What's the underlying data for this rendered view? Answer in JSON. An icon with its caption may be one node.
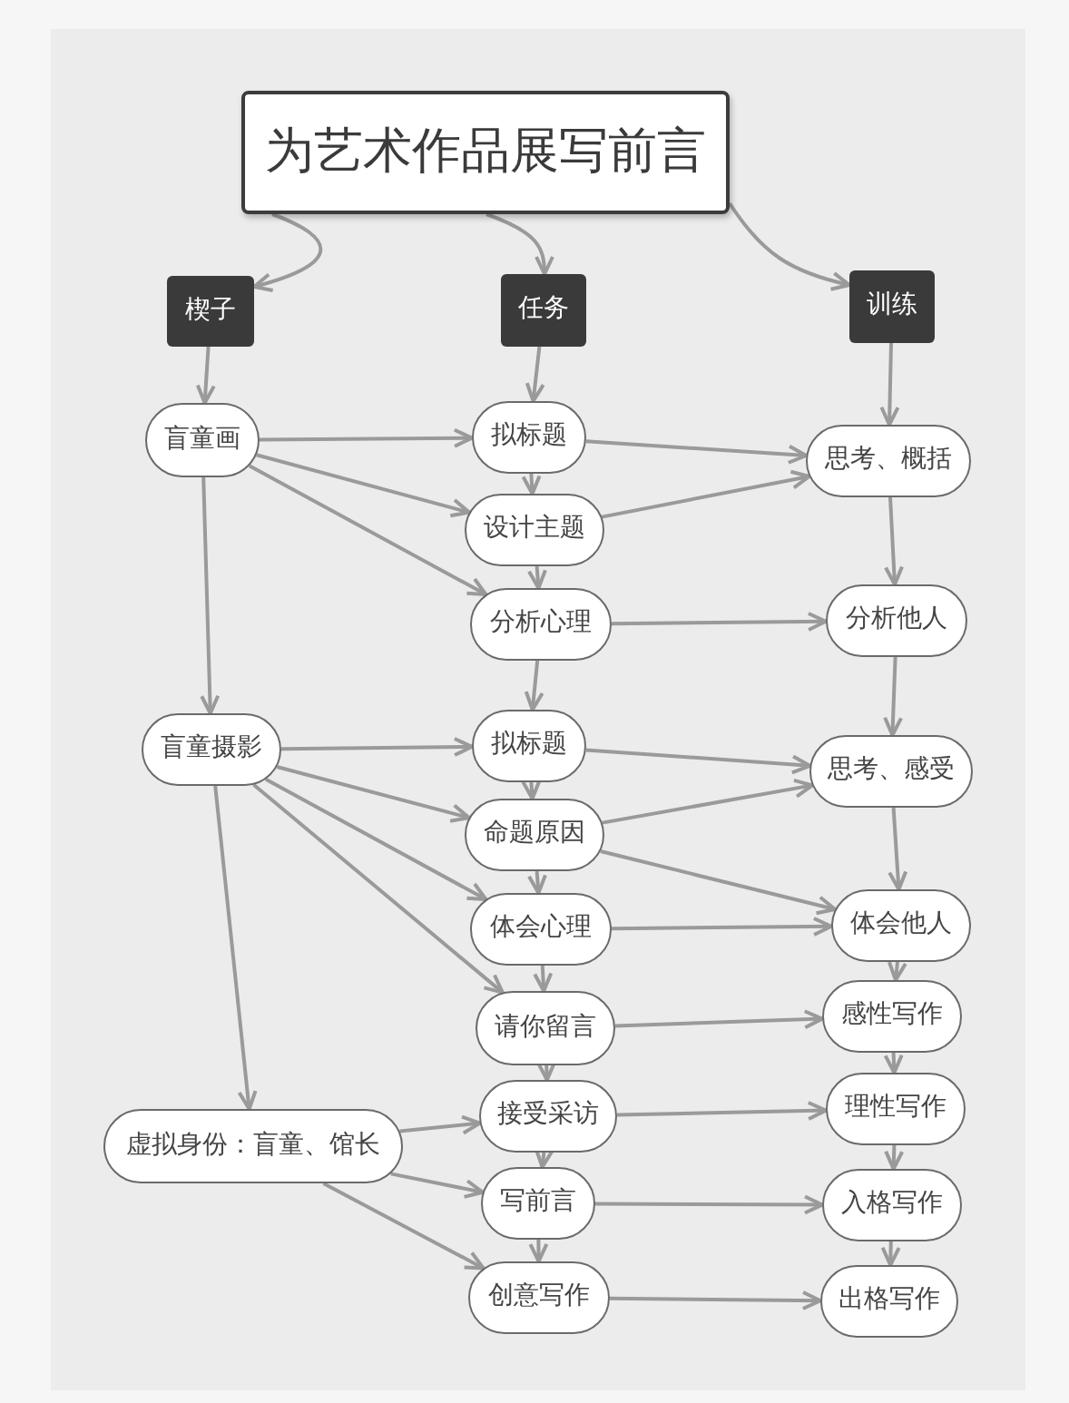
{
  "diagram": {
    "nodes": [
      {
        "text": [
          "为艺术作品展写前言"
        ]
      },
      {
        "text": [
          "楔子"
        ]
      },
      {
        "text": [
          "任务"
        ]
      },
      {
        "text": [
          "训练"
        ]
      },
      {
        "text": [
          "盲童画"
        ]
      },
      {
        "text": [
          "拟标题"
        ]
      },
      {
        "text": [
          "思考、概括"
        ]
      },
      {
        "text": [
          "设计主题"
        ]
      },
      {
        "text": [
          "分析心理"
        ]
      },
      {
        "text": [
          "分析他人"
        ]
      },
      {
        "text": [
          "盲童摄影"
        ]
      },
      {
        "text": [
          "拟标题"
        ]
      },
      {
        "text": [
          "思考、感受"
        ]
      },
      {
        "text": [
          "命题原因"
        ]
      },
      {
        "text": [
          "体会心理"
        ]
      },
      {
        "text": [
          "体会他人"
        ]
      },
      {
        "text": [
          "请你留言"
        ]
      },
      {
        "text": [
          "感性写作"
        ]
      },
      {
        "text": [
          "虚拟身份：盲童、馆长"
        ]
      },
      {
        "text": [
          "接受采访"
        ]
      },
      {
        "text": [
          "理性写作"
        ]
      },
      {
        "text": [
          "写前言"
        ]
      },
      {
        "text": [
          "入格写作"
        ]
      },
      {
        "text": [
          "创意写作"
        ]
      },
      {
        "text": [
          "出格写作"
        ]
      }
    ],
    "edges": [
      {
        "from": 0,
        "to": 1,
        "arrow": "to"
      },
      {
        "from": 0,
        "to": 2,
        "arrow": "to"
      },
      {
        "from": 0,
        "to": 3,
        "arrow": "to"
      },
      {
        "from": 1,
        "to": 4,
        "arrow": "to"
      },
      {
        "from": 2,
        "to": 5,
        "arrow": "to"
      },
      {
        "from": 3,
        "to": 6,
        "arrow": "to"
      },
      {
        "from": 4,
        "to": 5,
        "arrow": "to"
      },
      {
        "from": 4,
        "to": 7,
        "arrow": "to"
      },
      {
        "from": 4,
        "to": 8,
        "arrow": "to"
      },
      {
        "from": 4,
        "to": 10,
        "arrow": "to"
      },
      {
        "from": 5,
        "to": 6,
        "arrow": "to"
      },
      {
        "from": 5,
        "to": 7,
        "arrow": "to"
      },
      {
        "from": 7,
        "to": 6,
        "arrow": "to"
      },
      {
        "from": 7,
        "to": 8,
        "arrow": "to"
      },
      {
        "from": 6,
        "to": 9,
        "arrow": "to"
      },
      {
        "from": 8,
        "to": 9,
        "arrow": "to"
      },
      {
        "from": 8,
        "to": 11,
        "arrow": "to"
      },
      {
        "from": 9,
        "to": 12,
        "arrow": "to"
      },
      {
        "from": 10,
        "to": 11,
        "arrow": "to"
      },
      {
        "from": 10,
        "to": 13,
        "arrow": "to"
      },
      {
        "from": 10,
        "to": 14,
        "arrow": "to"
      },
      {
        "from": 10,
        "to": 16,
        "arrow": "to"
      },
      {
        "from": 10,
        "to": 18,
        "arrow": "to"
      },
      {
        "from": 11,
        "to": 12,
        "arrow": "to"
      },
      {
        "from": 11,
        "to": 13,
        "arrow": "to"
      },
      {
        "from": 13,
        "to": 12,
        "arrow": "to"
      },
      {
        "from": 13,
        "to": 14,
        "arrow": "to"
      },
      {
        "from": 13,
        "to": 15,
        "arrow": "to"
      },
      {
        "from": 12,
        "to": 15,
        "arrow": "to"
      },
      {
        "from": 14,
        "to": 15,
        "arrow": "to"
      },
      {
        "from": 14,
        "to": 16,
        "arrow": "to"
      },
      {
        "from": 15,
        "to": 17,
        "arrow": "to"
      },
      {
        "from": 16,
        "to": 17,
        "arrow": "to"
      },
      {
        "from": 16,
        "to": 19,
        "arrow": "to"
      },
      {
        "from": 17,
        "to": 20,
        "arrow": "to"
      },
      {
        "from": 18,
        "to": 19,
        "arrow": "to"
      },
      {
        "from": 18,
        "to": 21,
        "arrow": "to"
      },
      {
        "from": 18,
        "to": 23,
        "arrow": "to"
      },
      {
        "from": 19,
        "to": 20,
        "arrow": "to"
      },
      {
        "from": 19,
        "to": 21,
        "arrow": "to"
      },
      {
        "from": 20,
        "to": 22,
        "arrow": "to"
      },
      {
        "from": 21,
        "to": 22,
        "arrow": "to"
      },
      {
        "from": 21,
        "to": 23,
        "arrow": "to"
      },
      {
        "from": 22,
        "to": 24,
        "arrow": "to"
      },
      {
        "from": 23,
        "to": 24,
        "arrow": "to"
      }
    ]
  }
}
